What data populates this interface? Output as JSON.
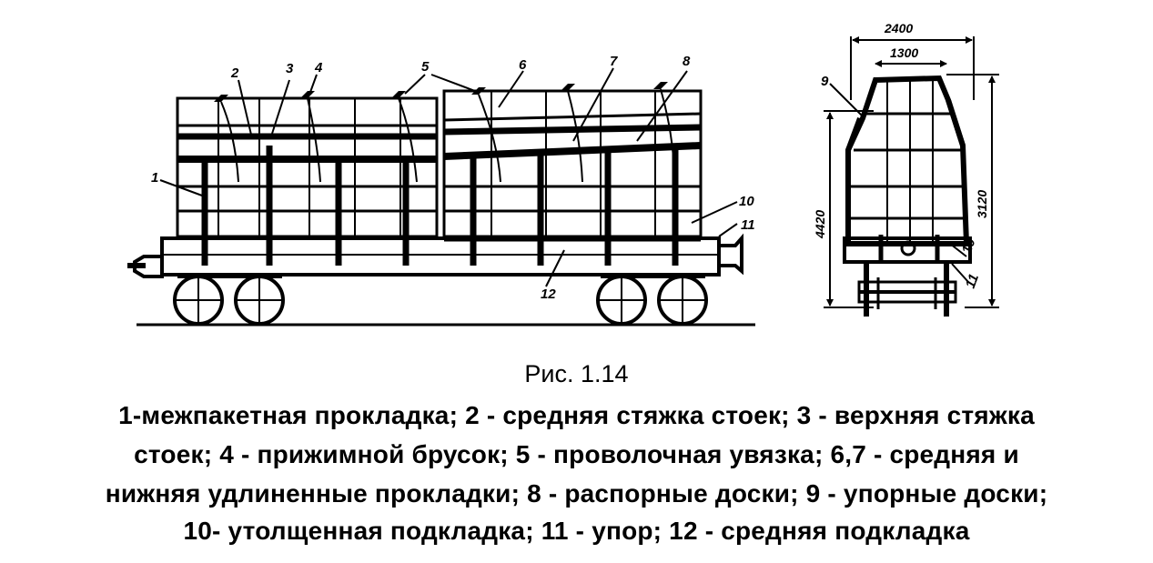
{
  "figure": {
    "callouts": [
      "1",
      "2",
      "3",
      "4",
      "5",
      "6",
      "7",
      "8",
      "9",
      "10",
      "11",
      "12"
    ],
    "dimensions": [
      "2400",
      "1300",
      "4420",
      "3120"
    ]
  },
  "caption": {
    "title": "Рис. 1.14",
    "lines": [
      "1-межпакетная прокладка; 2 - средняя стяжка стоек; 3 - верхняя стяжка",
      "стоек; 4 - прижимной брусок; 5 - проволочная увязка; 6,7 - средняя и",
      "нижняя удлиненные прокладки; 8 - распорные доски; 9 - упорные доски;",
      "10- утолщенная подкладка; 11 - упор; 12 - средняя подкладка"
    ]
  }
}
